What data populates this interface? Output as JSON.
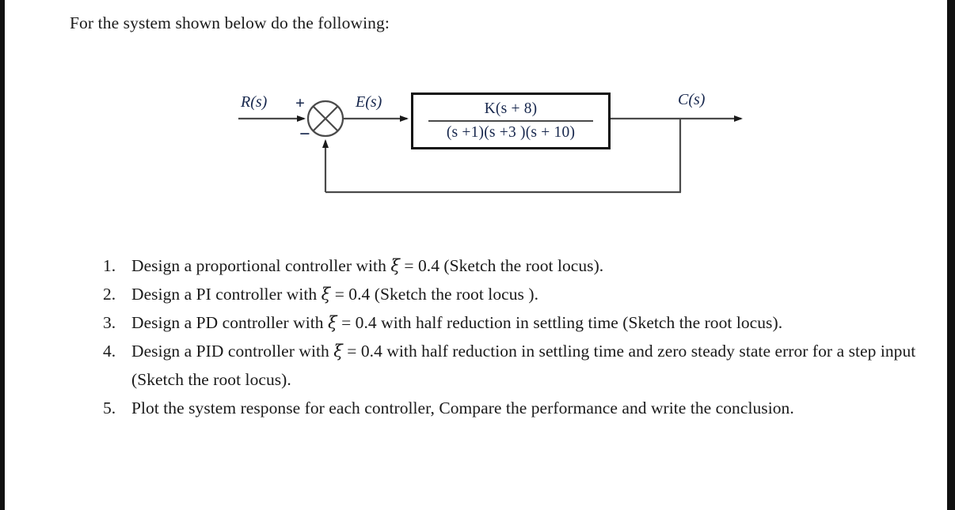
{
  "document": {
    "intro": "For the system shown below do the following:"
  },
  "diagram": {
    "labels": {
      "input": "R(s)",
      "error": "E(s)",
      "output": "C(s)",
      "plus": "+",
      "minus": "−"
    },
    "transfer_function": {
      "numerator": "K(s + 8)",
      "denominator": "(s +1)(s +3 )(s + 10)"
    },
    "summing_junction": "cross-circle",
    "feedback": "unity"
  },
  "tasks": [
    {
      "number": "1.",
      "text_before": "Design a proportional controller with ",
      "symbol": "ξ",
      "text_after": " = 0.4 (Sketch the root locus)."
    },
    {
      "number": "2.",
      "text_before": "Design a PI controller with ",
      "symbol": "ξ",
      "text_after": " = 0.4 (Sketch the root locus )."
    },
    {
      "number": "3.",
      "text_before": "Design a PD controller with ",
      "symbol": "ξ",
      "text_after": " = 0.4  with half reduction in settling time (Sketch the root locus)."
    },
    {
      "number": "4.",
      "text_before": "Design a PID controller with ",
      "symbol": "ξ",
      "text_after": " = 0.4  with half reduction in settling time and zero steady state error for a step input (Sketch the root locus)."
    },
    {
      "number": "5.",
      "text_before": "Plot the system response for each controller, Compare the performance and write the conclusion.",
      "symbol": "",
      "text_after": ""
    }
  ],
  "colors": {
    "page_background": "#ffffff",
    "edge_bar": "#111111",
    "body_text": "#1a1a1a",
    "math_text": "#17274d",
    "line": "#4a4a4a"
  }
}
